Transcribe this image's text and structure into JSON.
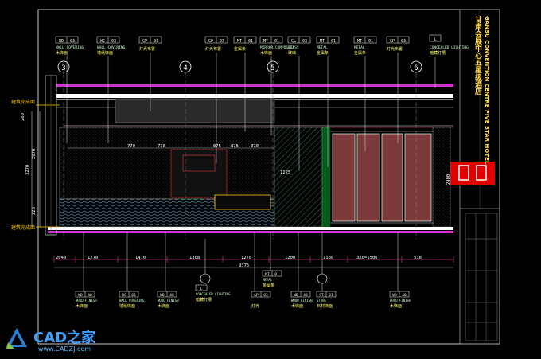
{
  "project": {
    "cn_name": "甘肃会展中心五星级酒店",
    "en_name": "GANSU CONVENTION CENTRE FIVE STAR HOTEL"
  },
  "grid_bubbles": [
    "3",
    "4",
    "5",
    "6"
  ],
  "top_callouts": [
    {
      "code": "WD",
      "no": "03",
      "desc": "木饰面",
      "spec": "WALL COVERING"
    },
    {
      "code": "WC",
      "no": "03",
      "desc": "墙纸饰面",
      "spec": "WALL COVERING"
    },
    {
      "code": "GP",
      "no": "03",
      "desc": "灯光布置"
    },
    {
      "code": "GP",
      "no": "03",
      "desc": "灯光布置"
    },
    {
      "code": "MT",
      "no": "01",
      "desc": "金属条"
    },
    {
      "code": "MT",
      "no": "01",
      "desc": "木饰面",
      "spec": "MIRROR COMPOSITE"
    },
    {
      "code": "GL",
      "no": "03",
      "desc": "玻璃",
      "spec": "GLASS"
    },
    {
      "code": "MT",
      "no": "01",
      "desc": "金属条",
      "spec": "METAL"
    },
    {
      "code": "MT",
      "no": "01",
      "desc": "金属条",
      "spec": "METAL"
    },
    {
      "code": "GP",
      "no": "03",
      "desc": "灯光布置"
    },
    {
      "code": "L",
      "no": "",
      "desc": "暗藏灯槽",
      "spec": "CONCEALED LIGHTING"
    }
  ],
  "bottom_callouts": [
    {
      "code": "WD",
      "no": "40",
      "desc": "木饰面",
      "spec": "WOOD FINISH"
    },
    {
      "code": "WC",
      "no": "03",
      "desc": "墙纸饰面",
      "spec": "WALL COVERING"
    },
    {
      "code": "WD",
      "no": "40",
      "desc": "木饰面",
      "spec": "WOOD FINISH"
    },
    {
      "code": "L",
      "no": "",
      "desc": "暗藏灯槽",
      "spec": "CONCEALED LIGHTING"
    },
    {
      "code": "MT",
      "no": "01",
      "desc": "金属条",
      "spec": "METAL"
    },
    {
      "code": "GP",
      "no": "03",
      "desc": "灯光"
    },
    {
      "code": "WD",
      "no": "40",
      "desc": "木饰面",
      "spec": "WOOD FINISH"
    },
    {
      "code": "ST",
      "no": "01",
      "desc": "石材饰面",
      "spec": "STONE"
    },
    {
      "code": "WD",
      "no": "40",
      "desc": "木饰面",
      "spec": "WOOD FINISH"
    }
  ],
  "dimensions_bottom": [
    "2040",
    "1270",
    "1470",
    "1308",
    "1278",
    "1200",
    "1180",
    "3X0=1500",
    "518"
  ],
  "dimension_total": "9375",
  "dimensions_mid": [
    "770",
    "770",
    "875",
    "875",
    "870",
    "1125"
  ],
  "level_marks": [
    "建筑完成面",
    "建筑完成面"
  ],
  "side_dims": [
    "260",
    "2870",
    "3270",
    "220",
    "2400"
  ],
  "watermark": {
    "brand": "CAD之家",
    "site": "www.CADZJ.com"
  }
}
